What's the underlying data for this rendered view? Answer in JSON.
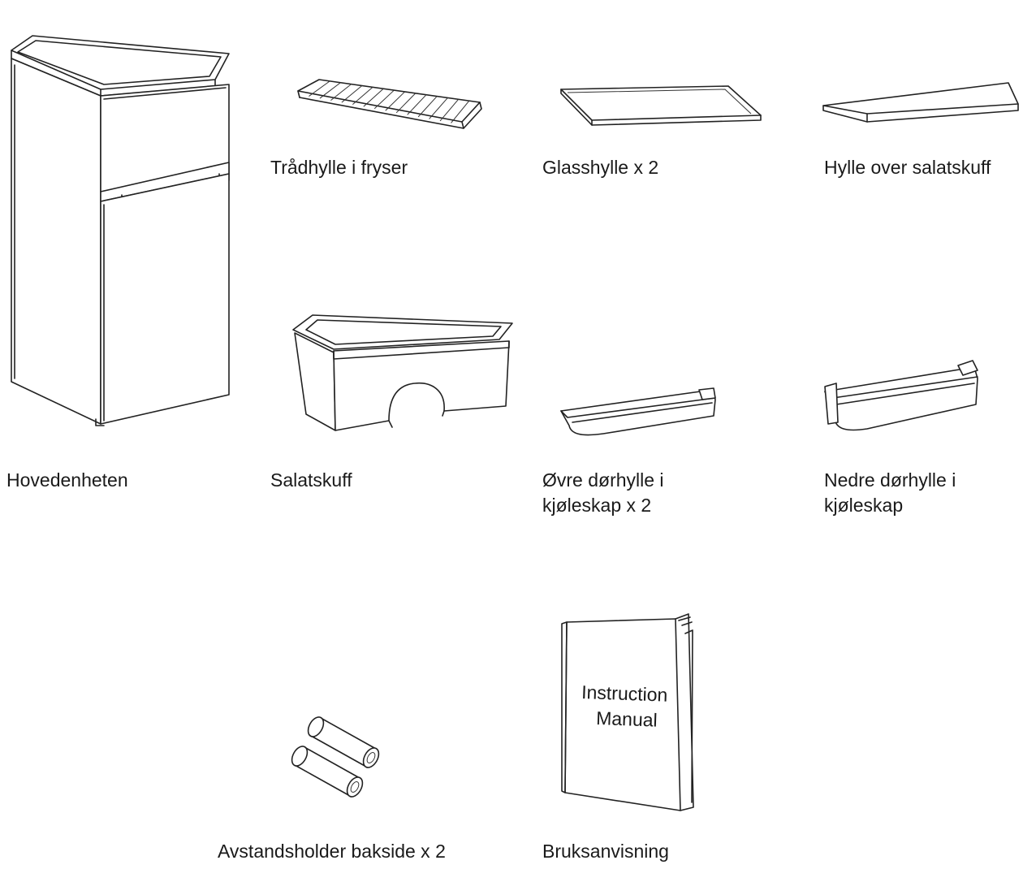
{
  "items": [
    {
      "id": "main-unit",
      "label": "Hovedenheten"
    },
    {
      "id": "freezer-wire-shelf",
      "label": "Trådhylle i fryser"
    },
    {
      "id": "glass-shelf",
      "label": "Glasshylle x 2"
    },
    {
      "id": "crisper-cover-shelf",
      "label": "Hylle over salatskuff"
    },
    {
      "id": "crisper-drawer",
      "label": "Salatskuff"
    },
    {
      "id": "upper-door-shelf",
      "label_lines": [
        "Øvre dørhylle i",
        "kjøleskap x 2"
      ]
    },
    {
      "id": "lower-door-shelf",
      "label_lines": [
        "Nedre dørhylle i",
        "kjøleskap"
      ]
    },
    {
      "id": "rear-spacers",
      "label": "Avstandsholder bakside x 2"
    },
    {
      "id": "manual",
      "label": "Bruksanvisning",
      "cover_text": [
        "Instruction",
        "Manual"
      ]
    }
  ]
}
